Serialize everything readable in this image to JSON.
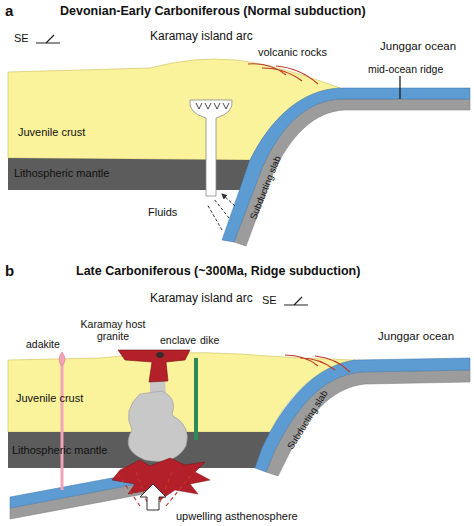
{
  "diagram": {
    "labels": [
      "a",
      "Devonian-Early Carboniferous (Normal subduction)",
      "SE",
      "Karamay island arc",
      "volcanic rocks",
      "Junggar ocean",
      "mid-ocean ridge",
      "Juvenile crust",
      "Lithospheric mantle",
      "Fluids",
      "Subducting slab",
      "b",
      "Late Carboniferous (~300Ma, Ridge subduction)",
      "Karamay island arc",
      "SE",
      "Karamay host granite",
      "adakite",
      "enclave",
      "dike",
      "Junggar ocean",
      "Juvenile crust",
      "Lithospheric mantle",
      "Subducting slab",
      "upwelling asthenosphere"
    ]
  }
}
